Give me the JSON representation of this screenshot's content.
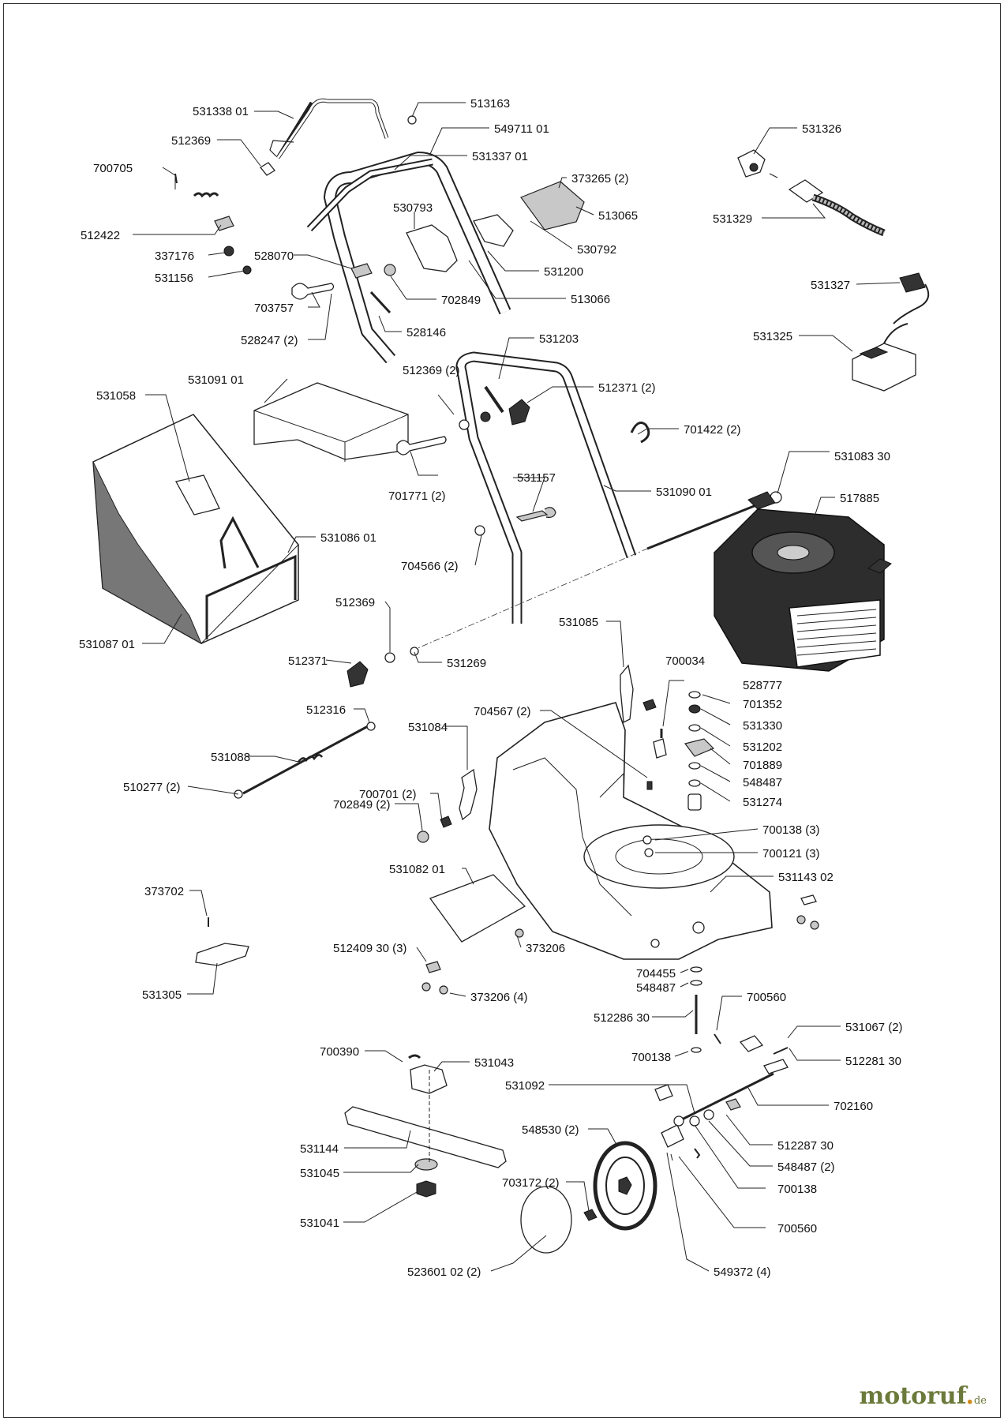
{
  "diagram": {
    "labels": [
      {
        "id": "l0",
        "text": "531338 01"
      },
      {
        "id": "l1",
        "text": "513163"
      },
      {
        "id": "l2",
        "text": "549711 01"
      },
      {
        "id": "l3",
        "text": "512369"
      },
      {
        "id": "l4",
        "text": "531337 01"
      },
      {
        "id": "l5",
        "text": "700705"
      },
      {
        "id": "l6",
        "text": "373265 (2)"
      },
      {
        "id": "l7",
        "text": "530793"
      },
      {
        "id": "l8",
        "text": "513065"
      },
      {
        "id": "l9",
        "text": "512422"
      },
      {
        "id": "l10",
        "text": "530792"
      },
      {
        "id": "l11",
        "text": "337176"
      },
      {
        "id": "l12",
        "text": "528070"
      },
      {
        "id": "l13",
        "text": "531156"
      },
      {
        "id": "l14",
        "text": "531200"
      },
      {
        "id": "l15",
        "text": "702849"
      },
      {
        "id": "l16",
        "text": "513066"
      },
      {
        "id": "l17",
        "text": "703757"
      },
      {
        "id": "l18",
        "text": "528146"
      },
      {
        "id": "l19",
        "text": "528247 (2)"
      },
      {
        "id": "l20",
        "text": "531326"
      },
      {
        "id": "l21",
        "text": "531329"
      },
      {
        "id": "l22",
        "text": "531327"
      },
      {
        "id": "l23",
        "text": "531325"
      },
      {
        "id": "l24",
        "text": "531203"
      },
      {
        "id": "l25",
        "text": "531091 01"
      },
      {
        "id": "l26",
        "text": "512369 (2)"
      },
      {
        "id": "l27",
        "text": "531058"
      },
      {
        "id": "l28",
        "text": "512371 (2)"
      },
      {
        "id": "l29",
        "text": "701422 (2)"
      },
      {
        "id": "l30",
        "text": "701771 (2)"
      },
      {
        "id": "l31",
        "text": "531083 30"
      },
      {
        "id": "l32",
        "text": "531157"
      },
      {
        "id": "l33",
        "text": "531090 01"
      },
      {
        "id": "l34",
        "text": "517885"
      },
      {
        "id": "l35",
        "text": "531086 01"
      },
      {
        "id": "l36",
        "text": "704566 (2)"
      },
      {
        "id": "l37",
        "text": "512369"
      },
      {
        "id": "l38",
        "text": "531085"
      },
      {
        "id": "l39",
        "text": "531087 01"
      },
      {
        "id": "l40",
        "text": "512371"
      },
      {
        "id": "l41",
        "text": "531269"
      },
      {
        "id": "l42",
        "text": "700034"
      },
      {
        "id": "l43",
        "text": "528777"
      },
      {
        "id": "l44",
        "text": "701352"
      },
      {
        "id": "l45",
        "text": "512316"
      },
      {
        "id": "l46",
        "text": "531084"
      },
      {
        "id": "l47",
        "text": "704567 (2)"
      },
      {
        "id": "l48",
        "text": "531330"
      },
      {
        "id": "l49",
        "text": "531088"
      },
      {
        "id": "l50",
        "text": "531202"
      },
      {
        "id": "l51",
        "text": "701889"
      },
      {
        "id": "l52",
        "text": "700701 (2)"
      },
      {
        "id": "l53",
        "text": "548487"
      },
      {
        "id": "l54",
        "text": "510277 (2)"
      },
      {
        "id": "l55",
        "text": "531274"
      },
      {
        "id": "l56",
        "text": "702849 (2)"
      },
      {
        "id": "l57",
        "text": "700138 (3)"
      },
      {
        "id": "l58",
        "text": "700121 (3)"
      },
      {
        "id": "l59",
        "text": "531082 01"
      },
      {
        "id": "l60",
        "text": "531143 02"
      },
      {
        "id": "l61",
        "text": "373702"
      },
      {
        "id": "l62",
        "text": "512409 30 (3)"
      },
      {
        "id": "l63",
        "text": "373206"
      },
      {
        "id": "l64",
        "text": "704455"
      },
      {
        "id": "l65",
        "text": "548487"
      },
      {
        "id": "l66",
        "text": "531305"
      },
      {
        "id": "l67",
        "text": "373206 (4)"
      },
      {
        "id": "l68",
        "text": "512286 30"
      },
      {
        "id": "l69",
        "text": "700560"
      },
      {
        "id": "l70",
        "text": "531067 (2)"
      },
      {
        "id": "l71",
        "text": "700390"
      },
      {
        "id": "l72",
        "text": "700138"
      },
      {
        "id": "l73",
        "text": "531043"
      },
      {
        "id": "l74",
        "text": "512281 30"
      },
      {
        "id": "l75",
        "text": "531092"
      },
      {
        "id": "l76",
        "text": "702160"
      },
      {
        "id": "l77",
        "text": "548530 (2)"
      },
      {
        "id": "l78",
        "text": "512287 30"
      },
      {
        "id": "l79",
        "text": "531144"
      },
      {
        "id": "l80",
        "text": "548487 (2)"
      },
      {
        "id": "l81",
        "text": "531045"
      },
      {
        "id": "l82",
        "text": "703172 (2)"
      },
      {
        "id": "l83",
        "text": "700138"
      },
      {
        "id": "l84",
        "text": "531041"
      },
      {
        "id": "l85",
        "text": "700560"
      },
      {
        "id": "l86",
        "text": "523601 02 (2)"
      },
      {
        "id": "l87",
        "text": "549372 (4)"
      }
    ]
  },
  "watermark": {
    "name": "motoruf",
    "tld": "de",
    "color_main": "#6b7a3a",
    "color_dot": "#d08a1a"
  }
}
